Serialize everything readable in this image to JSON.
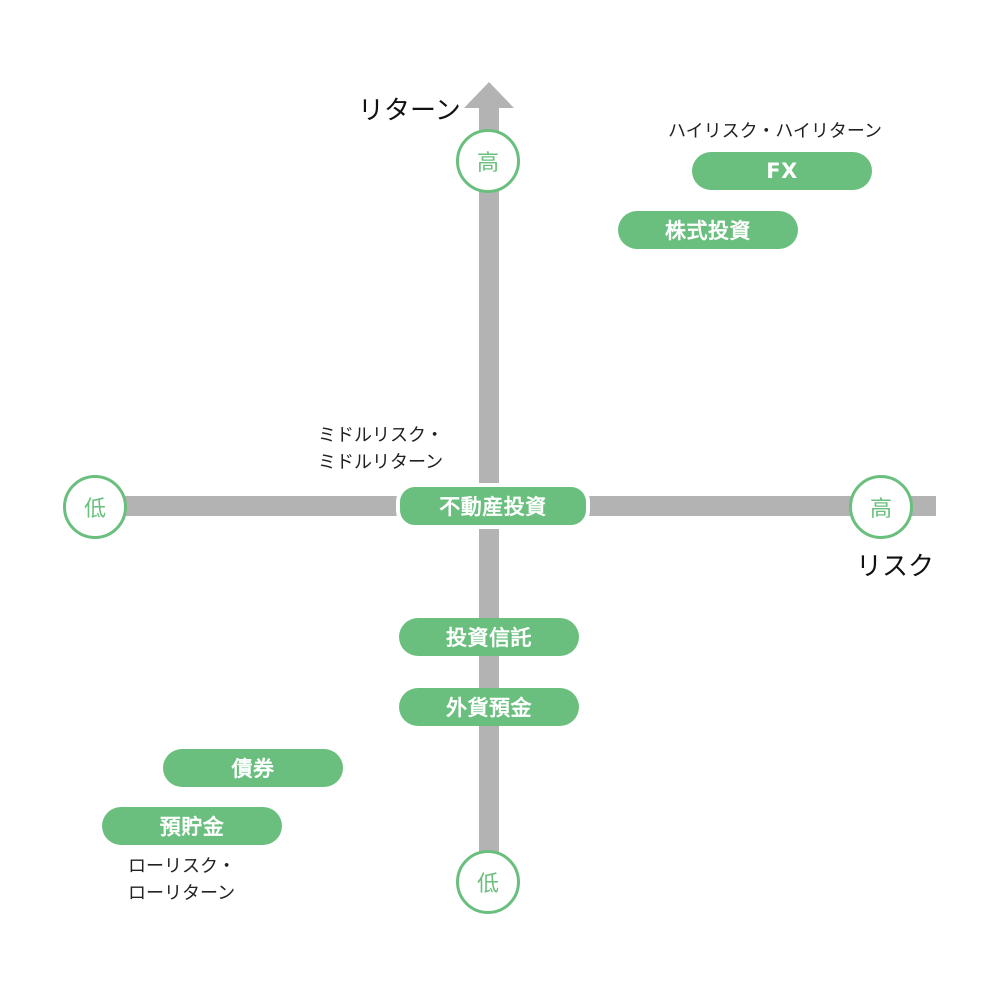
{
  "axes": {
    "vertical_title": "リターン",
    "horizontal_title": "リスク",
    "vertical_high": "高",
    "vertical_low": "低",
    "horizontal_high": "高",
    "horizontal_low": "低"
  },
  "quadrant_labels": {
    "high": "ハイリスク・ハイリターン",
    "middle": "ミドルリスク・\nミドルリターン",
    "low": "ローリスク・\nローリターン"
  },
  "items": {
    "fx": "FX",
    "stocks": "株式投資",
    "real_estate": "不動産投資",
    "investment_trust": "投資信託",
    "foreign_deposit": "外貨預金",
    "bonds": "債券",
    "savings": "預貯金"
  },
  "colors": {
    "accent": "#6abf7e",
    "axis": "#b3b3b3"
  }
}
